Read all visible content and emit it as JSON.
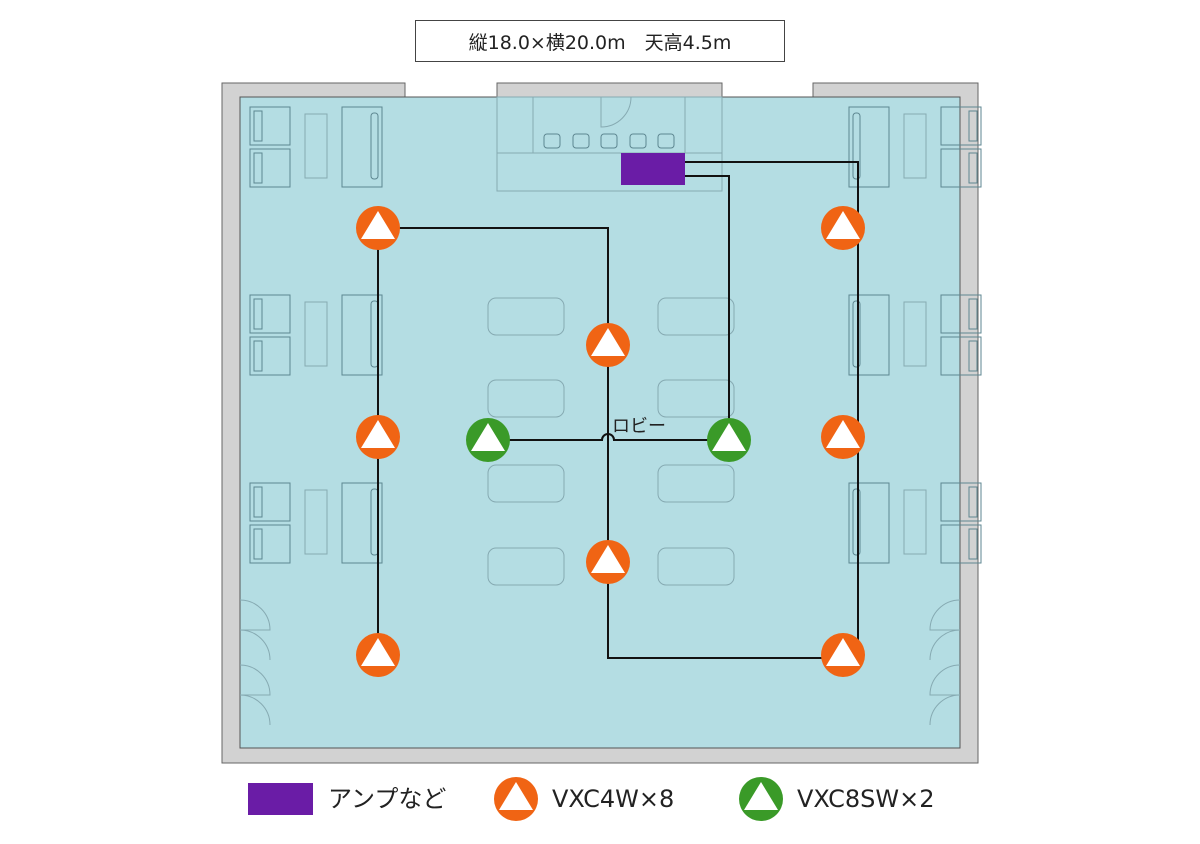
{
  "header": {
    "dimensions": "縦18.0×横20.0m　天高4.5m"
  },
  "room": {
    "label": "ロビー"
  },
  "legend": [
    {
      "label": "アンプなど",
      "color": "#6a1ca6",
      "icon": "amplifier-rect"
    },
    {
      "label": "VXC4W×8",
      "color": "#f06414",
      "icon": "speaker-triangle-icon"
    },
    {
      "label": "VXC8SW×2",
      "color": "#3a9a28",
      "icon": "subwoofer-triangle-icon"
    }
  ],
  "colors": {
    "floor": "#b4dde3",
    "wall": "#d2d2d2",
    "speaker": "#f06414",
    "subwoofer": "#3a9a28",
    "amp": "#6a1ca6"
  }
}
